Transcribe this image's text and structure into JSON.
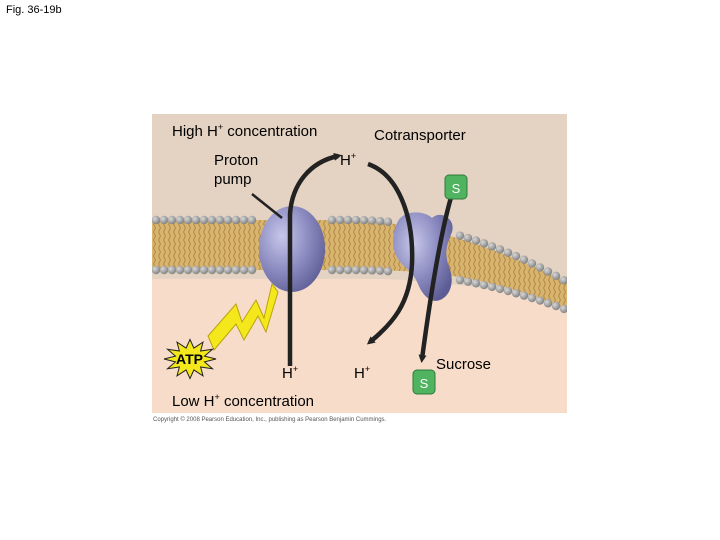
{
  "figure_label": "Fig. 36-19b",
  "labels": {
    "high_conc_prefix": "High H",
    "high_conc_sup": "+",
    "high_conc_suffix": " concentration",
    "cotransporter": "Cotransporter",
    "proton_pump_line1": "Proton",
    "proton_pump_line2": "pump",
    "h_ion": "H",
    "h_ion_sup": "+",
    "sucrose_symbol": "S",
    "atp": "ATP",
    "sucrose": "Sucrose",
    "low_conc_prefix": "Low H",
    "low_conc_sup": "+",
    "low_conc_suffix": " concentration"
  },
  "copyright": "Copyright © 2008 Pearson Education, Inc., publishing as Pearson Benjamin Cummings.",
  "colors": {
    "outside": "#e4d3c2",
    "inside": "#f7ddc9",
    "membrane_tail": "#d6b16b",
    "head": "#9a9a9a",
    "protein": "#8585bd",
    "sucrose_badge": "#4fb35f",
    "atp_burst": "#f4e81c"
  },
  "icons": [
    "atp-burst-icon",
    "lightning-bolt-icon",
    "arrow-icon"
  ]
}
